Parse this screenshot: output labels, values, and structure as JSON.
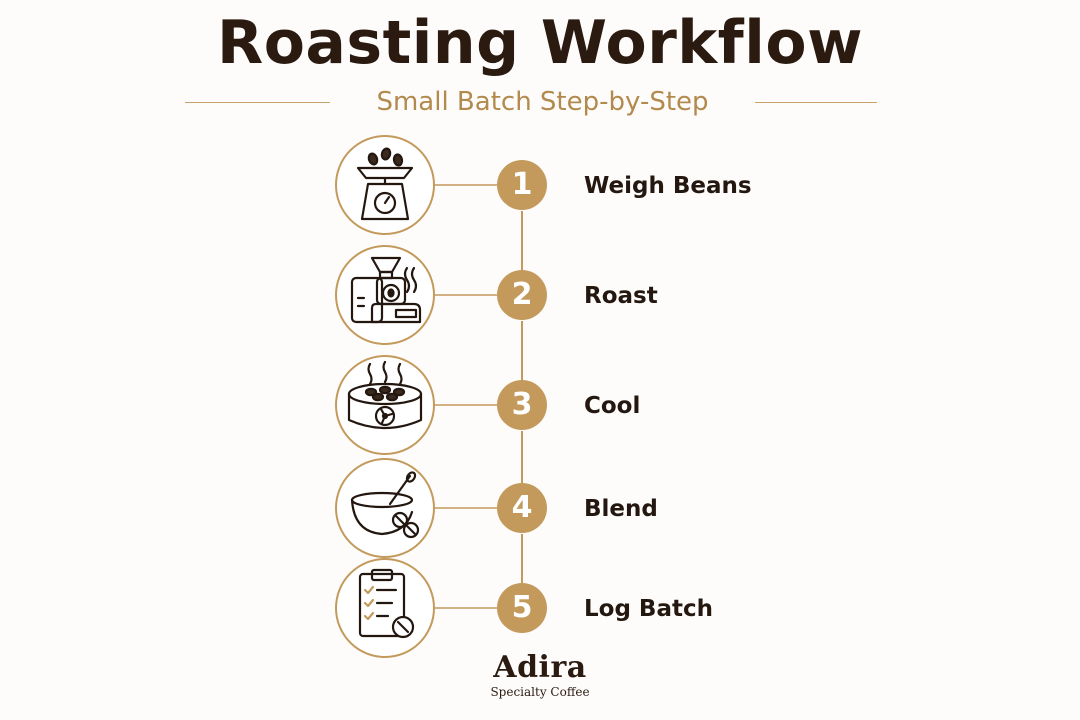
{
  "header": {
    "title": "Roasting Workflow",
    "subtitle": "Small Batch Step-by-Step"
  },
  "steps": [
    {
      "number": "1",
      "label": "Weigh Beans",
      "icon": "scale-with-beans-icon"
    },
    {
      "number": "2",
      "label": "Roast",
      "icon": "coffee-roaster-icon"
    },
    {
      "number": "3",
      "label": "Cool",
      "icon": "cooling-tray-icon"
    },
    {
      "number": "4",
      "label": "Blend",
      "icon": "mixing-bowl-icon"
    },
    {
      "number": "5",
      "label": "Log Batch",
      "icon": "clipboard-checklist-icon"
    }
  ],
  "logo": {
    "wordmark": "Adira",
    "tagline": "Specialty Coffee"
  },
  "colors": {
    "accent_gold": "#c39a5c",
    "title_brown": "#2a1a10",
    "subtitle_gold": "#b38a4e",
    "badge_text": "#ffffff"
  }
}
